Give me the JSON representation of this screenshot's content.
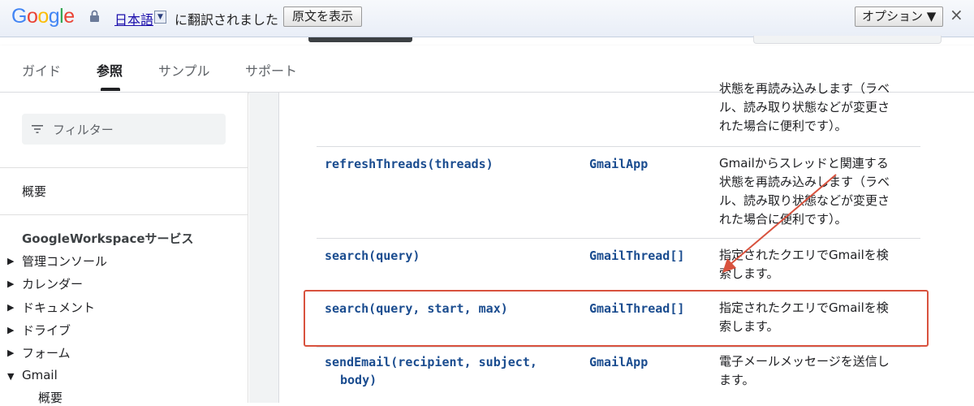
{
  "translate_bar": {
    "logo": "Google",
    "language": "日本語",
    "language_arrow": "▼",
    "status": "に翻訳されました",
    "show_original": "原文を表示",
    "options": "オプション ▼",
    "close": "×"
  },
  "nav_tabs": [
    {
      "label": "ガイド"
    },
    {
      "label": "参照"
    },
    {
      "label": "サンプル"
    },
    {
      "label": "サポート"
    }
  ],
  "sidebar": {
    "filter_placeholder": "フィルター",
    "overview": "概要",
    "section_title": "GoogleWorkspaceサービス",
    "items": [
      {
        "label": "管理コンソール",
        "caret": "▶"
      },
      {
        "label": "カレンダー",
        "caret": "▶"
      },
      {
        "label": "ドキュメント",
        "caret": "▶"
      },
      {
        "label": "ドライブ",
        "caret": "▶"
      },
      {
        "label": "フォーム",
        "caret": "▶"
      },
      {
        "label": "Gmail",
        "caret": "▼"
      }
    ],
    "sub_item": "概要"
  },
  "methods": {
    "partial_desc": [
      "状態を再読み込みします（ラベ",
      "ル、読み取り状態などが変更さ",
      "れた場合に便利です）。"
    ],
    "rows": [
      {
        "name": "refreshThreads(threads)",
        "type": "GmailApp",
        "desc": [
          "Gmailからスレッドと関連する",
          "状態を再読み込みします（ラベ",
          "ル、読み取り状態などが変更さ",
          "れた場合に便利です）。"
        ]
      },
      {
        "name": "search(query)",
        "type": "GmailThread[]",
        "desc": [
          "指定されたクエリでGmailを検",
          "索します。"
        ]
      },
      {
        "name": "search(query, start, max)",
        "type": "GmailThread[]",
        "desc": [
          "指定されたクエリでGmailを検",
          "索します。"
        ]
      },
      {
        "name": "sendEmail(recipient, subject,",
        "name2": "body)",
        "type": "GmailApp",
        "desc": [
          "電子メールメッセージを送信し",
          "ます。"
        ]
      }
    ]
  },
  "colors": {
    "link": "#1a0dab",
    "method": "#1a4c8f",
    "annotation": "#d8523e"
  }
}
